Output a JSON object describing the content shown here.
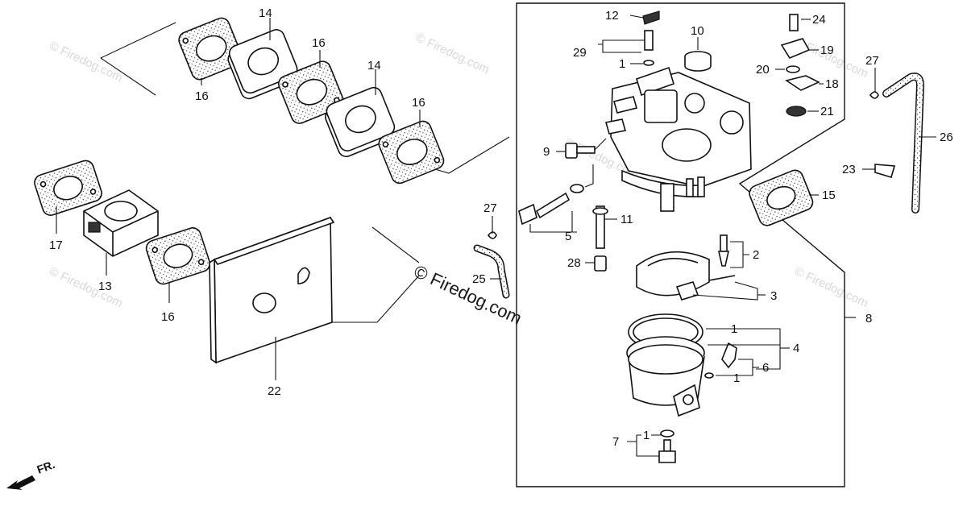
{
  "diagram": {
    "watermarks": [
      "© Firedog.com",
      "© Firedog.com",
      "© Firedog.com",
      "© Firedog.com",
      "© Firedog.com",
      "© Firedog.com"
    ],
    "center_watermark": "© Firedog.com",
    "front_indicator": "FR.",
    "callouts": {
      "c1a": "14",
      "c1b": "16",
      "c1c": "14",
      "c1d": "16",
      "c1e": "16",
      "c17": "17",
      "c13": "13",
      "c16b": "16",
      "c22": "22",
      "c12": "12",
      "c29": "29",
      "c1f": "1",
      "c10": "10",
      "c24": "24",
      "c19": "19",
      "c20": "20",
      "c18": "18",
      "c21": "21",
      "c27a": "27",
      "c26": "26",
      "c23": "23",
      "c15": "15",
      "c9": "9",
      "c27b": "27",
      "c5": "5",
      "c11": "11",
      "c28": "28",
      "c25": "25",
      "c2": "2",
      "c3": "3",
      "c1g": "1",
      "c4": "4",
      "c6": "6",
      "c1h": "1",
      "c8": "8",
      "c7": "7",
      "c1i": "1"
    },
    "colors": {
      "ink": "#111111",
      "paper": "#ffffff",
      "watermark": "#d9d9d9"
    }
  }
}
